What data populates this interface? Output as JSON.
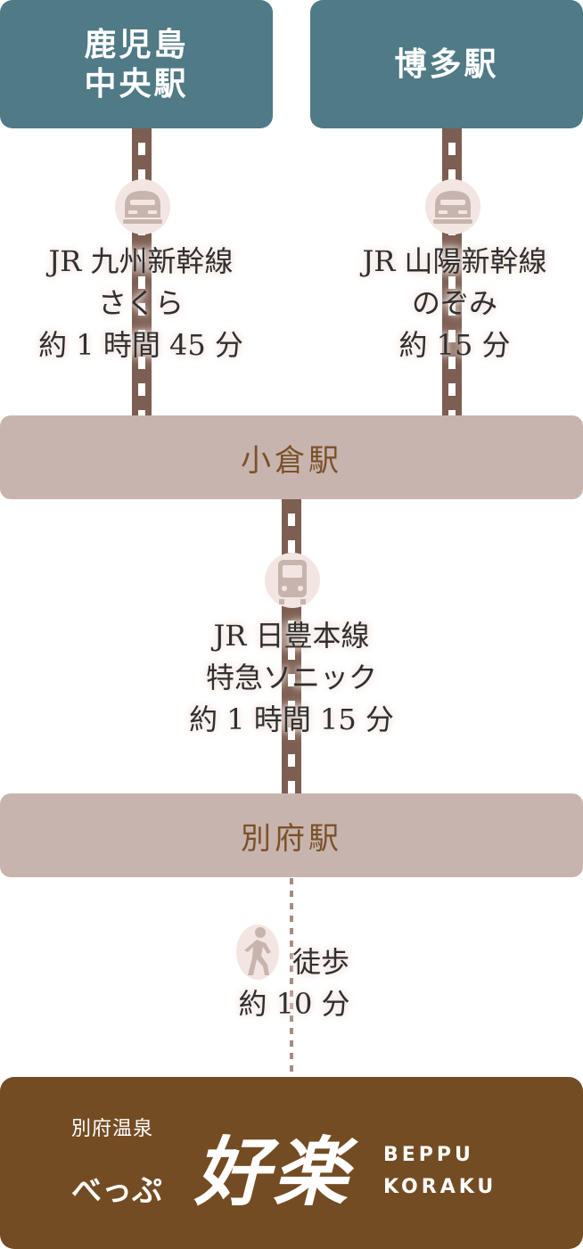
{
  "stations": {
    "kagoshima": {
      "line1": "鹿児島",
      "line2": "中央駅"
    },
    "hakata": "博多駅",
    "kokura": "小倉駅",
    "beppu": "別府駅"
  },
  "routes": {
    "kyushu": {
      "line": "JR 九州新幹線",
      "train": "さくら",
      "time": "約 1 時間 45 分"
    },
    "sanyo": {
      "line": "JR 山陽新幹線",
      "train": "のぞみ",
      "time": "約 15 分"
    },
    "nippo": {
      "line": "JR 日豊本線",
      "train": "特急ソニック",
      "time": "約 1 時間 15 分"
    },
    "walk": {
      "mode": "徒歩",
      "time": "約 10 分"
    }
  },
  "icons": {
    "shinkansen": "shinkansen-icon",
    "train": "train-icon",
    "walk": "walking-person-icon"
  },
  "colors": {
    "top_station": "#4f7a86",
    "mid_station": "#c8b4ae",
    "footer": "#744c23",
    "rail": "#7d5e52"
  },
  "footer": {
    "small_label": "別府温泉",
    "kana": "べっぷ",
    "logo": "好楽",
    "en_line1": "BEPPU",
    "en_line2": "KORAKU"
  }
}
